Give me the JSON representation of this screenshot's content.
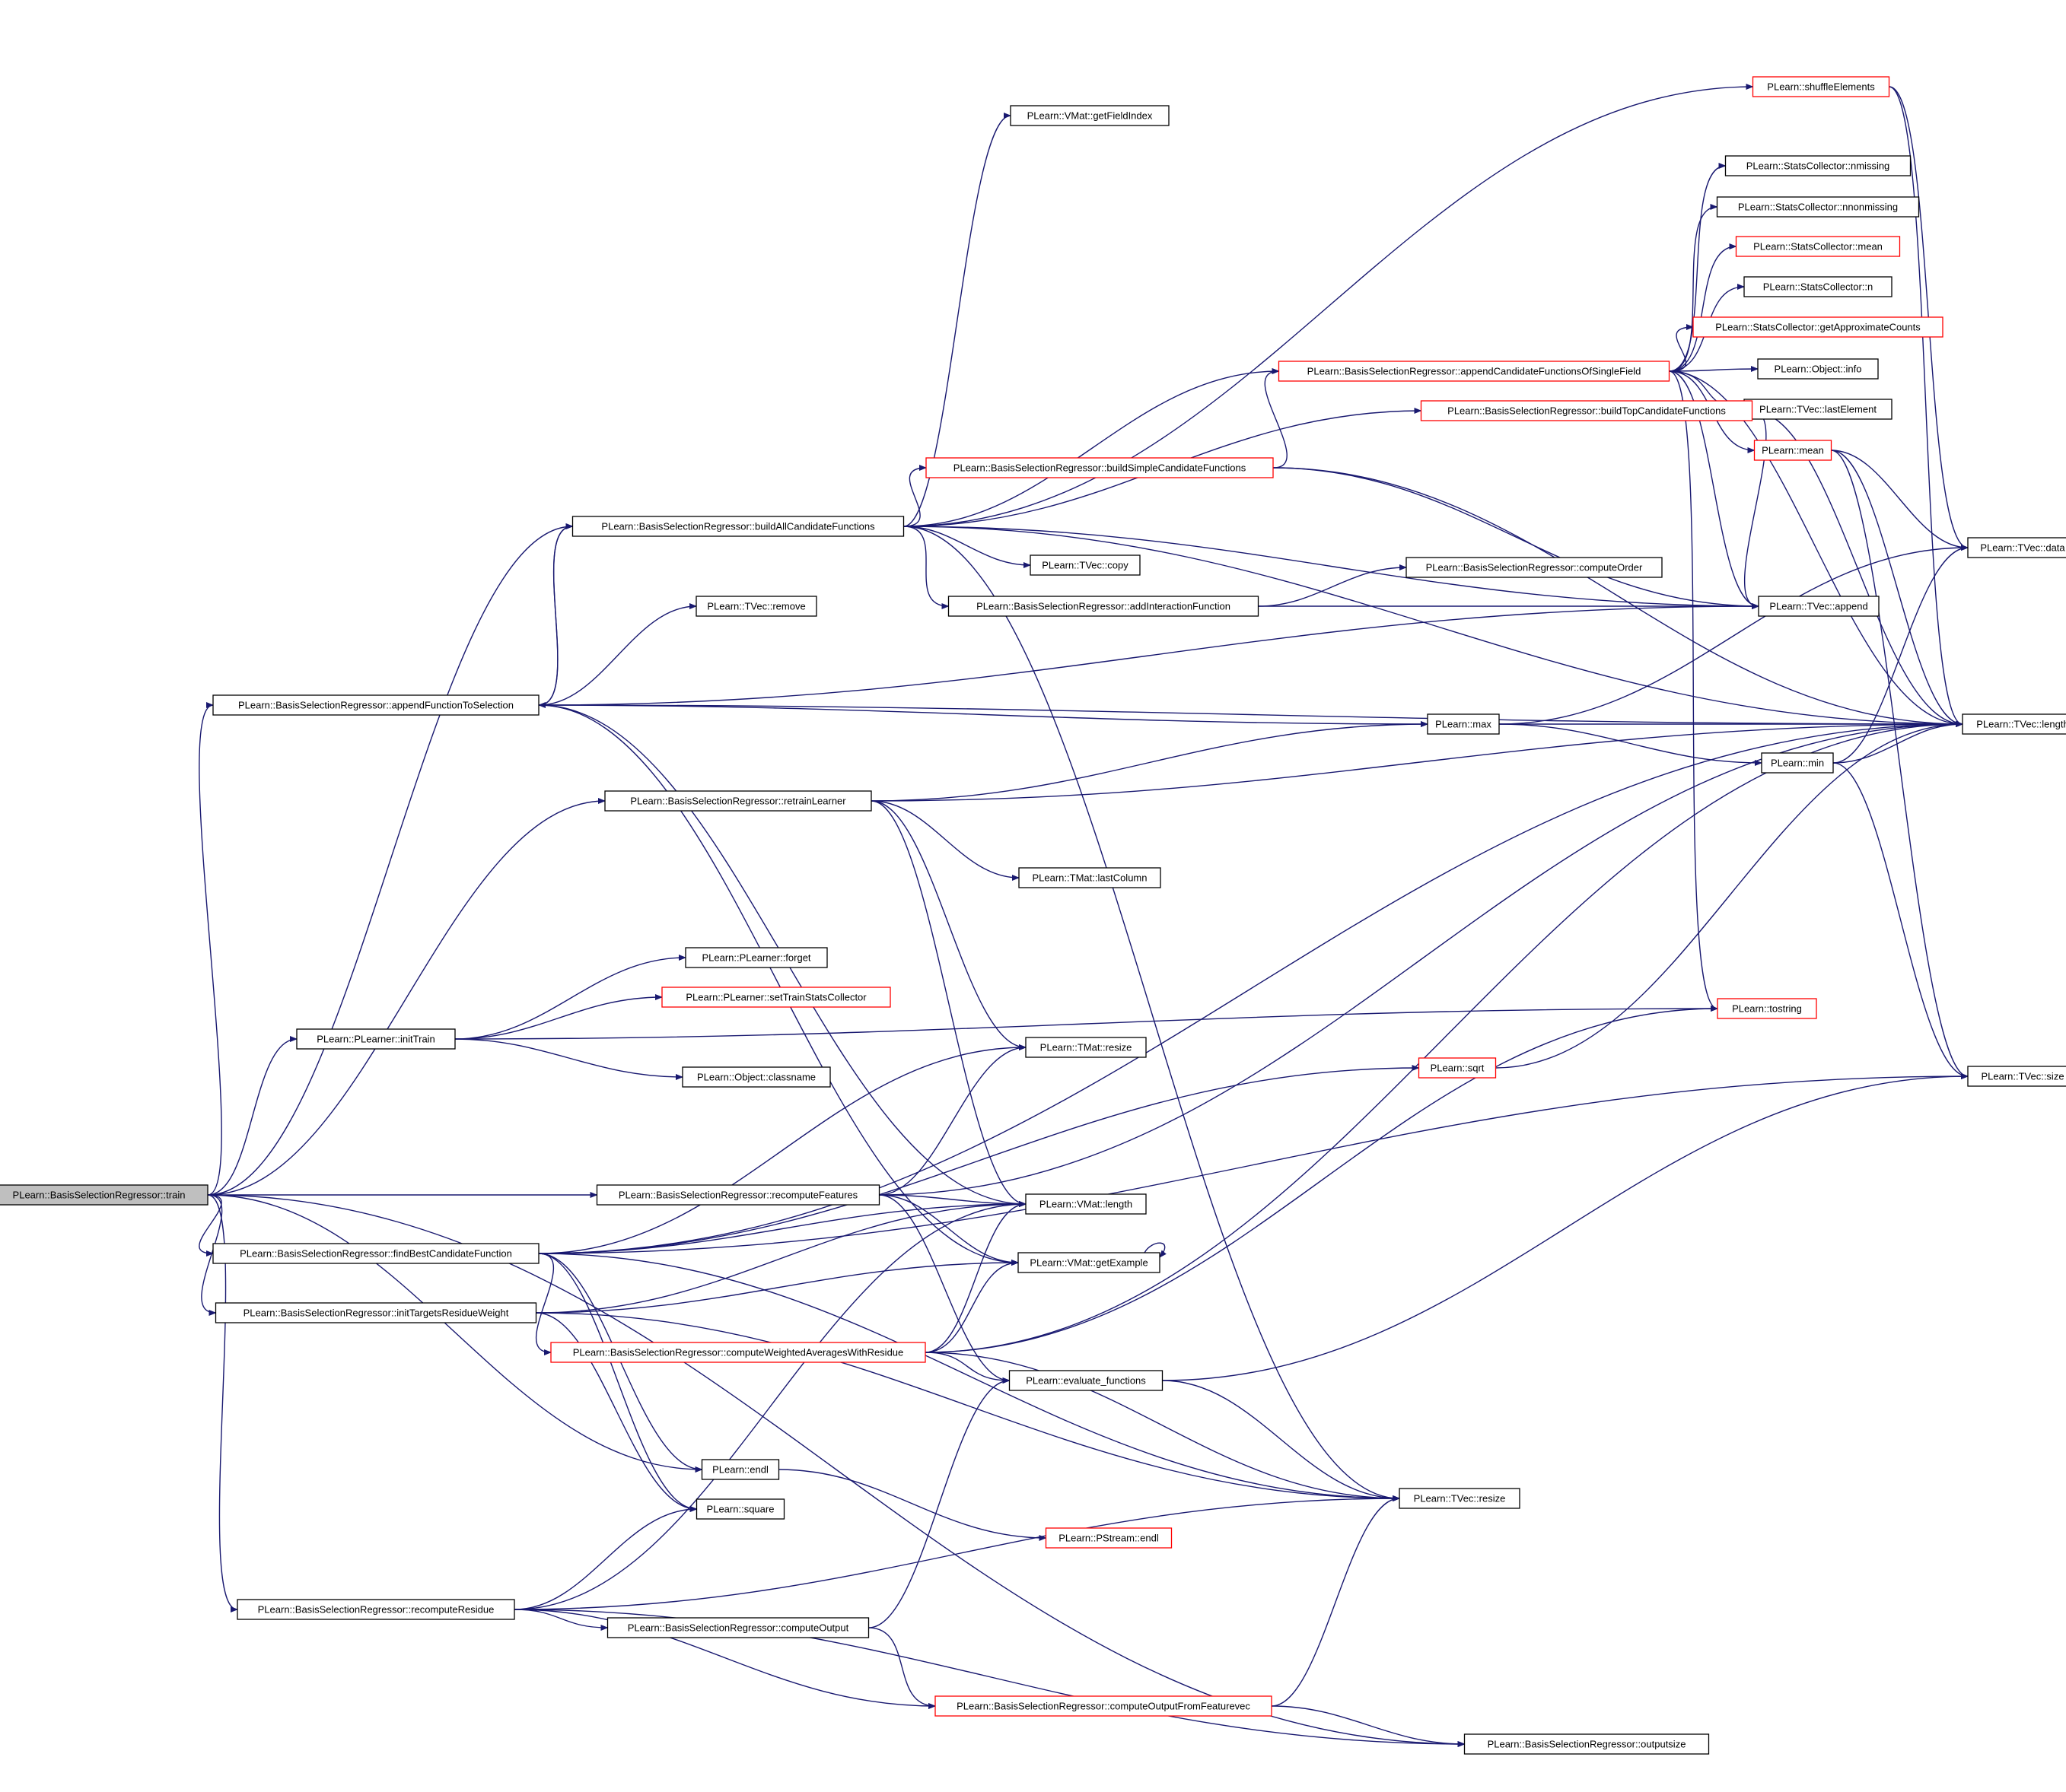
{
  "colors": {
    "edge": "#191970",
    "node_border": "#000000",
    "node_border_truncated": "#ff0000",
    "root_fill": "#bfbfbf",
    "node_fill": "#ffffff",
    "background": "#ffffff"
  },
  "graph": {
    "root": "train",
    "nodes": [
      {
        "id": "train",
        "label": "PLearn::BasisSelectionRegressor::train",
        "style": "root"
      },
      {
        "id": "shuffleElements",
        "label": "PLearn::shuffleElements",
        "style": "truncated"
      },
      {
        "id": "getFieldIndex",
        "label": "PLearn::VMat::getFieldIndex",
        "style": "normal"
      },
      {
        "id": "nmissing",
        "label": "PLearn::StatsCollector::nmissing",
        "style": "normal"
      },
      {
        "id": "nnonmissing",
        "label": "PLearn::StatsCollector::nnonmissing",
        "style": "normal"
      },
      {
        "id": "sc_mean",
        "label": "PLearn::StatsCollector::mean",
        "style": "truncated"
      },
      {
        "id": "sc_n",
        "label": "PLearn::StatsCollector::n",
        "style": "normal"
      },
      {
        "id": "getApproximateCounts",
        "label": "PLearn::StatsCollector::getApproximateCounts",
        "style": "truncated"
      },
      {
        "id": "appendCandidate",
        "label": "PLearn::BasisSelectionRegressor::appendCandidateFunctionsOfSingleField",
        "style": "truncated"
      },
      {
        "id": "obj_info",
        "label": "PLearn::Object::info",
        "style": "normal"
      },
      {
        "id": "lastElement",
        "label": "PLearn::TVec::lastElement",
        "style": "normal"
      },
      {
        "id": "buildTop",
        "label": "PLearn::BasisSelectionRegressor::buildTopCandidateFunctions",
        "style": "truncated"
      },
      {
        "id": "mean",
        "label": "PLearn::mean",
        "style": "truncated"
      },
      {
        "id": "buildSimple",
        "label": "PLearn::BasisSelectionRegressor::buildSimpleCandidateFunctions",
        "style": "truncated"
      },
      {
        "id": "buildAll",
        "label": "PLearn::BasisSelectionRegressor::buildAllCandidateFunctions",
        "style": "normal"
      },
      {
        "id": "tvec_data",
        "label": "PLearn::TVec::data",
        "style": "normal"
      },
      {
        "id": "tvec_copy",
        "label": "PLearn::TVec::copy",
        "style": "normal"
      },
      {
        "id": "computeOrder",
        "label": "PLearn::BasisSelectionRegressor::computeOrder",
        "style": "normal"
      },
      {
        "id": "tvec_remove",
        "label": "PLearn::TVec::remove",
        "style": "normal"
      },
      {
        "id": "addInteraction",
        "label": "PLearn::BasisSelectionRegressor::addInteractionFunction",
        "style": "normal"
      },
      {
        "id": "tvec_append",
        "label": "PLearn::TVec::append",
        "style": "normal"
      },
      {
        "id": "appendFunction",
        "label": "PLearn::BasisSelectionRegressor::appendFunctionToSelection",
        "style": "normal"
      },
      {
        "id": "max",
        "label": "PLearn::max",
        "style": "normal"
      },
      {
        "id": "tvec_length",
        "label": "PLearn::TVec::length",
        "style": "normal"
      },
      {
        "id": "min",
        "label": "PLearn::min",
        "style": "normal"
      },
      {
        "id": "retrainLearner",
        "label": "PLearn::BasisSelectionRegressor::retrainLearner",
        "style": "normal"
      },
      {
        "id": "lastColumn",
        "label": "PLearn::TMat::lastColumn",
        "style": "normal"
      },
      {
        "id": "forget",
        "label": "PLearn::PLearner::forget",
        "style": "normal"
      },
      {
        "id": "setTrainStats",
        "label": "PLearn::PLearner::setTrainStatsCollector",
        "style": "truncated"
      },
      {
        "id": "tostring",
        "label": "PLearn::tostring",
        "style": "truncated"
      },
      {
        "id": "initTrain",
        "label": "PLearn::PLearner::initTrain",
        "style": "normal"
      },
      {
        "id": "tmat_resize",
        "label": "PLearn::TMat::resize",
        "style": "normal"
      },
      {
        "id": "classname",
        "label": "PLearn::Object::classname",
        "style": "normal"
      },
      {
        "id": "sqrt",
        "label": "PLearn::sqrt",
        "style": "truncated"
      },
      {
        "id": "tvec_size",
        "label": "PLearn::TVec::size",
        "style": "normal"
      },
      {
        "id": "recomputeFeatures",
        "label": "PLearn::BasisSelectionRegressor::recomputeFeatures",
        "style": "normal"
      },
      {
        "id": "vmat_length",
        "label": "PLearn::VMat::length",
        "style": "normal"
      },
      {
        "id": "findBest",
        "label": "PLearn::BasisSelectionRegressor::findBestCandidateFunction",
        "style": "normal"
      },
      {
        "id": "getExample",
        "label": "PLearn::VMat::getExample",
        "style": "normal"
      },
      {
        "id": "initTargets",
        "label": "PLearn::BasisSelectionRegressor::initTargetsResidueWeight",
        "style": "normal"
      },
      {
        "id": "computeWeighted",
        "label": "PLearn::BasisSelectionRegressor::computeWeightedAveragesWithResidue",
        "style": "truncated"
      },
      {
        "id": "evaluate",
        "label": "PLearn::evaluate_functions",
        "style": "normal"
      },
      {
        "id": "endl",
        "label": "PLearn::endl",
        "style": "normal"
      },
      {
        "id": "tvec_resize",
        "label": "PLearn::TVec::resize",
        "style": "normal"
      },
      {
        "id": "square",
        "label": "PLearn::square",
        "style": "normal"
      },
      {
        "id": "pstream_endl",
        "label": "PLearn::PStream::endl",
        "style": "truncated"
      },
      {
        "id": "recomputeResidue",
        "label": "PLearn::BasisSelectionRegressor::recomputeResidue",
        "style": "normal"
      },
      {
        "id": "computeOutput",
        "label": "PLearn::BasisSelectionRegressor::computeOutput",
        "style": "normal"
      },
      {
        "id": "computeOutputFV",
        "label": "PLearn::BasisSelectionRegressor::computeOutputFromFeaturevec",
        "style": "truncated"
      },
      {
        "id": "outputsize",
        "label": "PLearn::BasisSelectionRegressor::outputsize",
        "style": "normal"
      }
    ],
    "edges": [
      [
        "train",
        "buildAll"
      ],
      [
        "train",
        "appendFunction"
      ],
      [
        "train",
        "retrainLearner"
      ],
      [
        "train",
        "initTrain"
      ],
      [
        "train",
        "recomputeFeatures"
      ],
      [
        "train",
        "findBest"
      ],
      [
        "train",
        "initTargets"
      ],
      [
        "train",
        "endl"
      ],
      [
        "train",
        "recomputeResidue"
      ],
      [
        "train",
        "outputsize"
      ],
      [
        "buildAll",
        "shuffleElements"
      ],
      [
        "buildAll",
        "getFieldIndex"
      ],
      [
        "buildAll",
        "tvec_length"
      ],
      [
        "buildAll",
        "appendCandidate"
      ],
      [
        "buildAll",
        "buildTop"
      ],
      [
        "buildAll",
        "buildSimple"
      ],
      [
        "buildAll",
        "tvec_append"
      ],
      [
        "buildAll",
        "tvec_copy"
      ],
      [
        "buildAll",
        "addInteraction"
      ],
      [
        "buildAll",
        "appendFunction"
      ],
      [
        "buildAll",
        "tvec_resize"
      ],
      [
        "shuffleElements",
        "tvec_data"
      ],
      [
        "shuffleElements",
        "tvec_length"
      ],
      [
        "appendCandidate",
        "nmissing"
      ],
      [
        "appendCandidate",
        "nnonmissing"
      ],
      [
        "appendCandidate",
        "sc_mean"
      ],
      [
        "appendCandidate",
        "sc_n"
      ],
      [
        "appendCandidate",
        "getApproximateCounts"
      ],
      [
        "appendCandidate",
        "obj_info"
      ],
      [
        "appendCandidate",
        "lastElement"
      ],
      [
        "appendCandidate",
        "mean"
      ],
      [
        "appendCandidate",
        "tvec_append"
      ],
      [
        "appendCandidate",
        "tvec_length"
      ],
      [
        "appendCandidate",
        "tostring"
      ],
      [
        "buildTop",
        "tvec_append"
      ],
      [
        "buildTop",
        "tvec_length"
      ],
      [
        "buildSimple",
        "appendCandidate"
      ],
      [
        "buildSimple",
        "tvec_append"
      ],
      [
        "buildSimple",
        "tvec_length"
      ],
      [
        "mean",
        "tvec_data"
      ],
      [
        "mean",
        "tvec_length"
      ],
      [
        "mean",
        "tvec_size"
      ],
      [
        "addInteraction",
        "computeOrder"
      ],
      [
        "addInteraction",
        "tvec_append"
      ],
      [
        "appendFunction",
        "buildAll"
      ],
      [
        "appendFunction",
        "tvec_remove"
      ],
      [
        "appendFunction",
        "tvec_append"
      ],
      [
        "appendFunction",
        "tvec_length"
      ],
      [
        "appendFunction",
        "max"
      ],
      [
        "appendFunction",
        "vmat_length"
      ],
      [
        "appendFunction",
        "getExample"
      ],
      [
        "max",
        "tvec_data"
      ],
      [
        "max",
        "tvec_length"
      ],
      [
        "max",
        "min"
      ],
      [
        "min",
        "tvec_data"
      ],
      [
        "min",
        "tvec_length"
      ],
      [
        "min",
        "tvec_size"
      ],
      [
        "retrainLearner",
        "max"
      ],
      [
        "retrainLearner",
        "lastColumn"
      ],
      [
        "retrainLearner",
        "tmat_resize"
      ],
      [
        "retrainLearner",
        "vmat_length"
      ],
      [
        "retrainLearner",
        "tvec_length"
      ],
      [
        "initTrain",
        "forget"
      ],
      [
        "initTrain",
        "setTrainStats"
      ],
      [
        "initTrain",
        "tostring"
      ],
      [
        "initTrain",
        "classname"
      ],
      [
        "sqrt",
        "tvec_length"
      ],
      [
        "recomputeFeatures",
        "tmat_resize"
      ],
      [
        "recomputeFeatures",
        "vmat_length"
      ],
      [
        "recomputeFeatures",
        "getExample"
      ],
      [
        "recomputeFeatures",
        "evaluate"
      ],
      [
        "recomputeFeatures",
        "tvec_length"
      ],
      [
        "findBest",
        "tmat_resize"
      ],
      [
        "findBest",
        "sqrt"
      ],
      [
        "findBest",
        "vmat_length"
      ],
      [
        "findBest",
        "computeWeighted"
      ],
      [
        "findBest",
        "endl"
      ],
      [
        "findBest",
        "square"
      ],
      [
        "findBest",
        "tvec_resize"
      ],
      [
        "findBest",
        "tvec_length"
      ],
      [
        "findBest",
        "tvec_size"
      ],
      [
        "getExample",
        "getExample"
      ],
      [
        "initTargets",
        "vmat_length"
      ],
      [
        "initTargets",
        "getExample"
      ],
      [
        "initTargets",
        "square"
      ],
      [
        "initTargets",
        "tvec_resize"
      ],
      [
        "computeWeighted",
        "vmat_length"
      ],
      [
        "computeWeighted",
        "getExample"
      ],
      [
        "computeWeighted",
        "evaluate"
      ],
      [
        "computeWeighted",
        "tostring"
      ],
      [
        "computeWeighted",
        "tvec_length"
      ],
      [
        "computeWeighted",
        "tvec_resize"
      ],
      [
        "evaluate",
        "tvec_size"
      ],
      [
        "evaluate",
        "tvec_resize"
      ],
      [
        "endl",
        "pstream_endl"
      ],
      [
        "recomputeResidue",
        "square"
      ],
      [
        "recomputeResidue",
        "computeOutput"
      ],
      [
        "recomputeResidue",
        "vmat_length"
      ],
      [
        "recomputeResidue",
        "tvec_resize"
      ],
      [
        "recomputeResidue",
        "computeOutputFV"
      ],
      [
        "recomputeResidue",
        "outputsize"
      ],
      [
        "computeOutput",
        "evaluate"
      ],
      [
        "computeOutput",
        "computeOutputFV"
      ],
      [
        "computeOutputFV",
        "tvec_resize"
      ],
      [
        "computeOutputFV",
        "outputsize"
      ]
    ]
  }
}
